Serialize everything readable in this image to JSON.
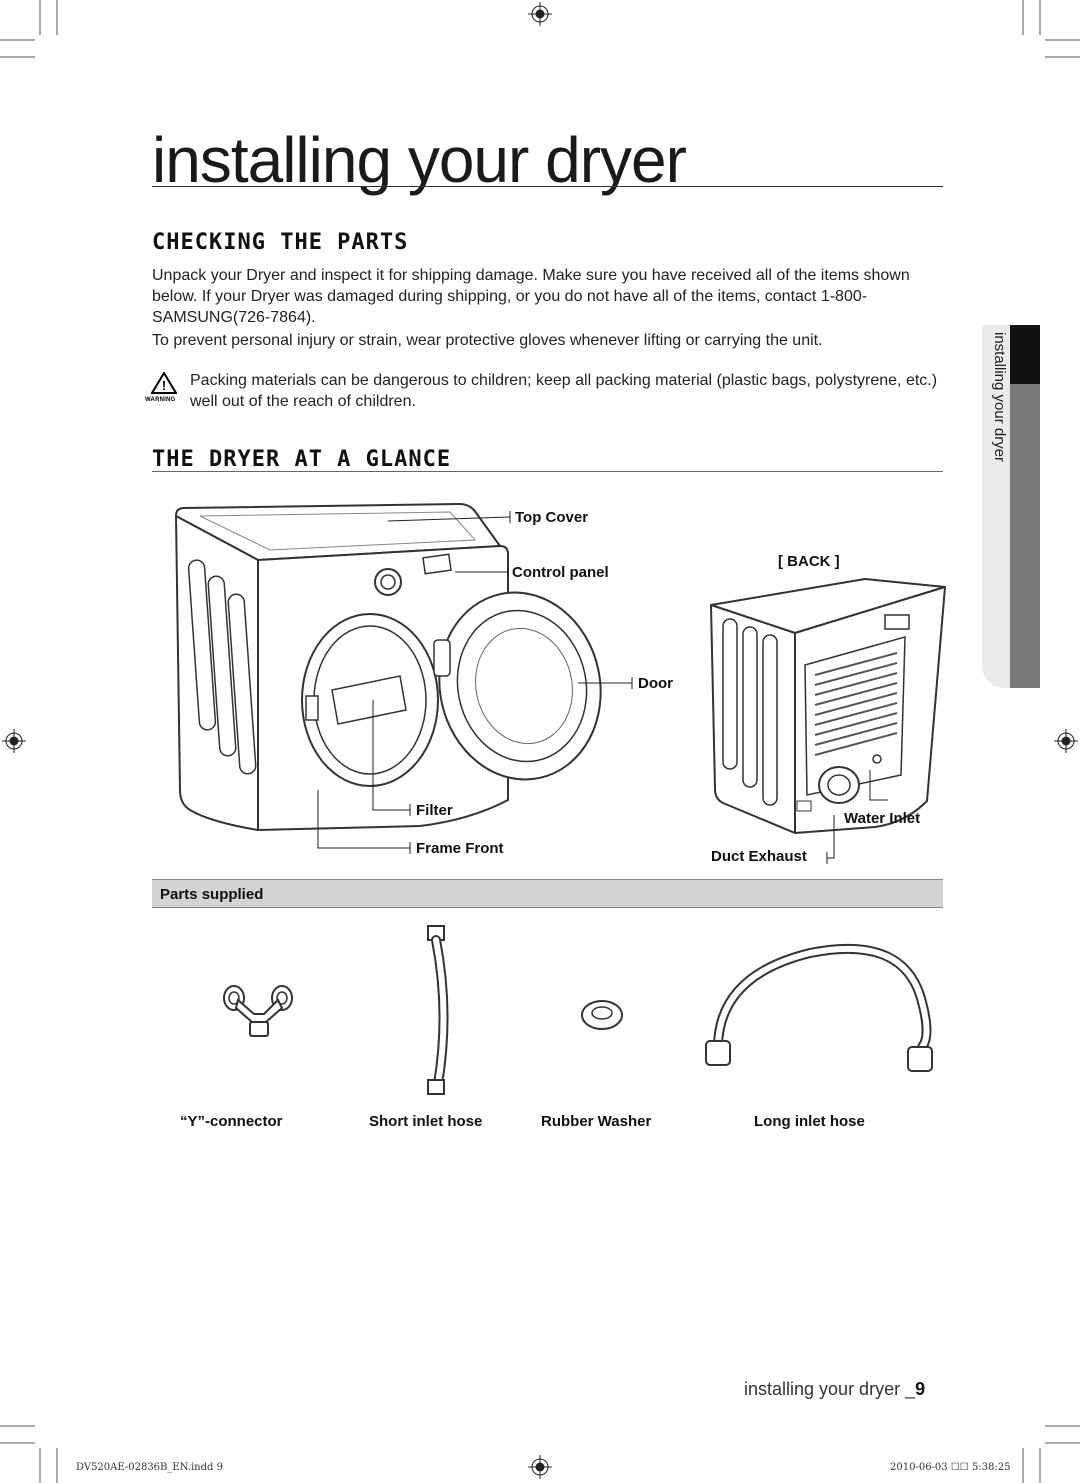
{
  "page": {
    "title": "installing your dryer",
    "section1_heading": "CHECKING THE PARTS",
    "intro_paragraph_1": "Unpack your Dryer and inspect it for shipping damage. Make sure you have received all of the items shown below. If your Dryer was damaged during shipping, or you do not have all of the items, contact 1-800-SAMSUNG(726-7864).",
    "intro_paragraph_2": "To prevent personal injury or strain, wear protective gloves whenever lifting or carrying the unit.",
    "warning_label": "WARNING",
    "warning_text": "Packing materials can be dangerous to children; keep all packing material (plastic bags, polystyrene, etc.) well out of the reach of children.",
    "section2_heading": "THE DRYER AT A GLANCE",
    "side_tab_text": "installing your dryer"
  },
  "diagram": {
    "callouts": {
      "top_cover": "Top Cover",
      "control_panel": "Control panel",
      "door": "Door",
      "filter": "Filter",
      "frame_front": "Frame Front",
      "back": "[ BACK ]",
      "water_inlet": "Water Inlet",
      "duct_exhaust": "Duct Exhaust"
    }
  },
  "parts": {
    "heading": "Parts supplied",
    "items": [
      {
        "label": "“Y”-connector",
        "icon": "y-connector-icon"
      },
      {
        "label": "Short inlet hose",
        "icon": "short-hose-icon"
      },
      {
        "label": "Rubber Washer",
        "icon": "washer-icon"
      },
      {
        "label": "Long inlet hose",
        "icon": "long-hose-icon"
      }
    ]
  },
  "footer": {
    "running_title": "installing your dryer _",
    "page_number": "9",
    "file_info": "DV520AE-02836B_EN.indd   9",
    "date_info": "2010-06-03   ☐☐ 5:38:25"
  }
}
